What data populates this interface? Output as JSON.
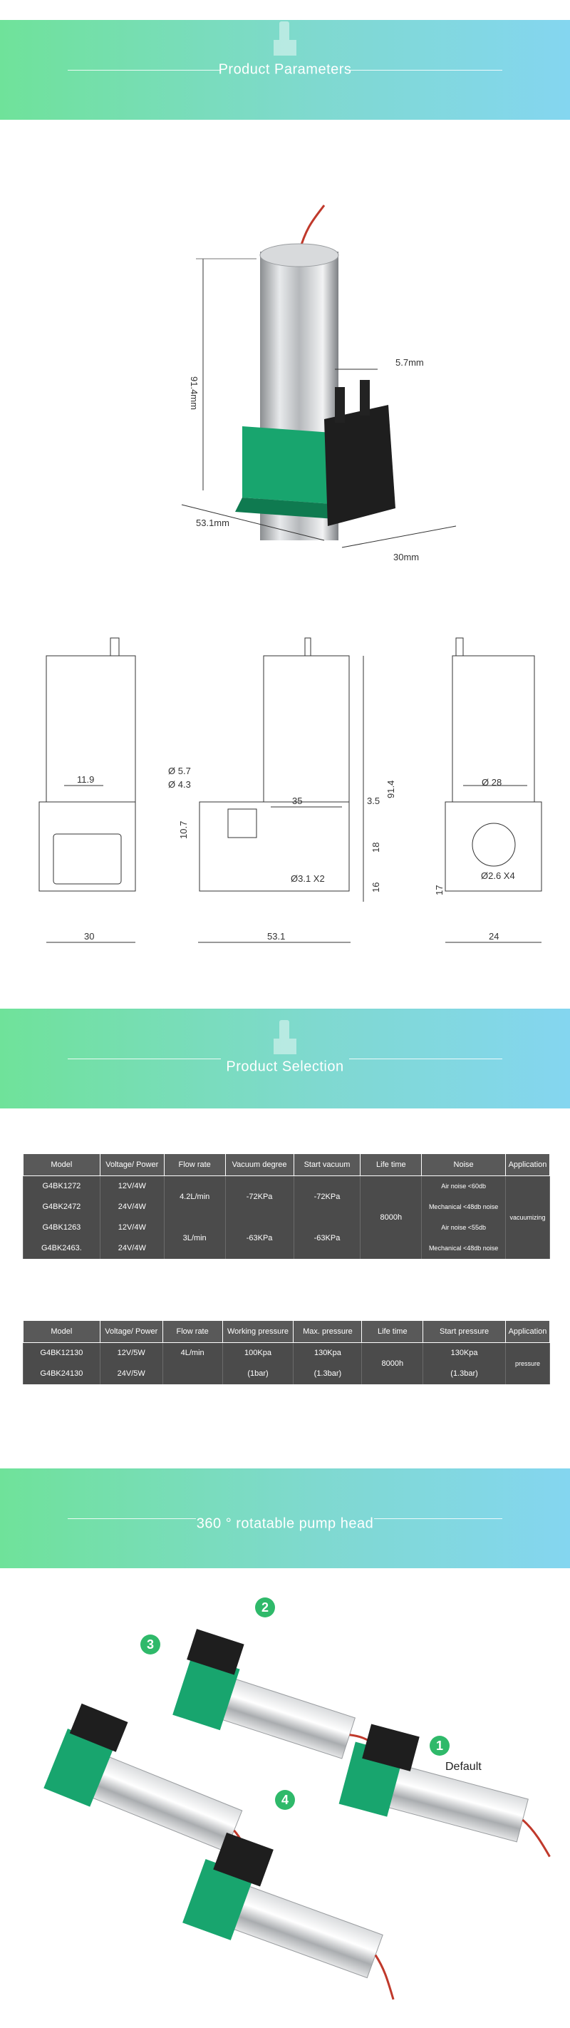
{
  "banners": {
    "params": "Product Parameters",
    "selection": "Product Selection",
    "rotatable": "360 ° rotatable pump head"
  },
  "dims3d": {
    "height": "91.4mm",
    "width": "53.1mm",
    "depth": "30mm",
    "nozzle": "5.7mm"
  },
  "drawings": {
    "left": {
      "spacing": "11.9",
      "width": "30"
    },
    "middle": {
      "d1": "Ø 5.7",
      "d2": "Ø 4.3",
      "h1": "10.7",
      "w35": "35",
      "w35b": "3.5",
      "total_h": "91.4",
      "h18": "18",
      "h16": "16",
      "hole": "Ø3.1 X2",
      "width": "53.1"
    },
    "right": {
      "dia": "Ø 28",
      "hole": "Ø2.6 X4",
      "h17": "17",
      "width": "24"
    }
  },
  "table1": {
    "headers": [
      "Model",
      "Voltage/ Power",
      "Flow rate",
      "Vacuum degree",
      "Start vacuum",
      "Life time",
      "Noise",
      "Application"
    ],
    "rows": [
      {
        "model": "G4BK1272",
        "voltage": "12V/4W",
        "noise": "Air noise <60db"
      },
      {
        "model": "G4BK2472",
        "voltage": "24V/4W",
        "noise": "Mechanical <48db noise"
      },
      {
        "model": "G4BK1263",
        "voltage": "12V/4W",
        "noise": "Air noise <55db"
      },
      {
        "model": "G4BK2463.",
        "voltage": "24V/4W",
        "noise": "Mechanical <48db noise"
      }
    ],
    "group1": {
      "flow": "4.2L/min",
      "vacuum": "-72KPa",
      "start": "-72KPa"
    },
    "group2": {
      "flow": "3L/min",
      "vacuum": "-63KPa",
      "start": "-63KPa"
    },
    "life": "8000h",
    "application": "vacuumizing"
  },
  "table2": {
    "headers": [
      "Model",
      "Voltage/ Power",
      "Flow rate",
      "Working pressure",
      "Max. pressure",
      "Life time",
      "Start pressure",
      "Application"
    ],
    "rows": [
      {
        "model": "G4BK12130",
        "voltage": "12V/5W"
      },
      {
        "model": "G4BK24130",
        "voltage": "24V/5W"
      }
    ],
    "flow": "4L/min",
    "working": "100Kpa",
    "working_sub": "(1bar)",
    "max": "130Kpa",
    "max_sub": "(1.3bar)",
    "life": "8000h",
    "start": "130Kpa",
    "start_sub": "(1.3bar)",
    "application": "pressure"
  },
  "rotation": {
    "badges": [
      "2",
      "3",
      "1",
      "4"
    ],
    "default_label": "Default"
  },
  "colors": {
    "pump_green": "#18a56e",
    "banner_start": "#6fe29a",
    "banner_end": "#84d6f0",
    "table_bg": "#4b4b4b"
  }
}
